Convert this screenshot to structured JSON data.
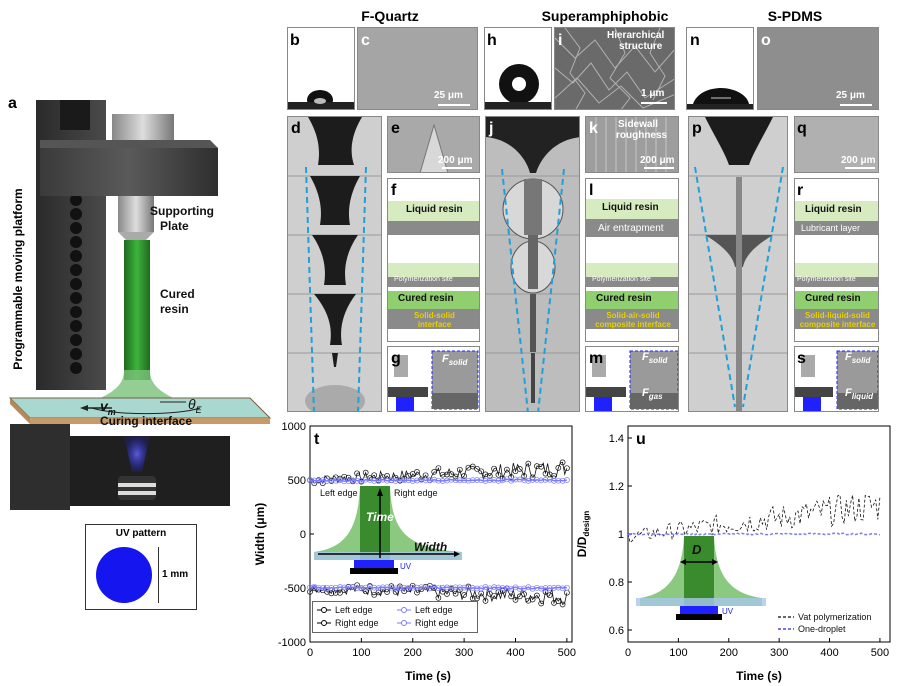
{
  "panel_a": {
    "letter": "a",
    "label_platform": "Programmable moving platform",
    "label_supporting": "Supporting",
    "label_plate": "Plate",
    "label_cured": "Cured",
    "label_resin": "resin",
    "label_vm": "v",
    "label_vm_sub": "m",
    "label_theta": "θ",
    "label_theta_sub": "E",
    "label_curing": "Curing interface",
    "uv_title": "UV pattern",
    "uv_dim": "1 mm"
  },
  "columns": {
    "fquartz": "F-Quartz",
    "superamphiphobic": "Superamphiphobic",
    "spdms": "S-PDMS"
  },
  "letters": {
    "b": "b",
    "c": "c",
    "d": "d",
    "e": "e",
    "f": "f",
    "g": "g",
    "h": "h",
    "i": "i",
    "j": "j",
    "k": "k",
    "l": "l",
    "m": "m",
    "n": "n",
    "o": "o",
    "p": "p",
    "q": "q",
    "r": "r",
    "s": "s",
    "t": "t",
    "u": "u"
  },
  "scales": {
    "c": "25 μm",
    "e": "200 μm",
    "i": "1 μm",
    "k": "200 μm",
    "o": "25 μm",
    "q": "200 μm"
  },
  "image_labels": {
    "i": "Hierarchical",
    "i2": "structure",
    "k": "Sidewall",
    "k2": "roughness"
  },
  "schematic_f": {
    "liquid": "Liquid resin",
    "polymerization": "Polymerization site",
    "cured": "Cured resin",
    "interface1": "Solid-solid",
    "interface2": "interface"
  },
  "schematic_l": {
    "liquid": "Liquid resin",
    "air": "Air entrapment",
    "polymerization": "Polymerization site",
    "cured": "Cured resin",
    "interface1": "Solid-air-solid",
    "interface2": "composite interface"
  },
  "schematic_r": {
    "liquid": "Liquid resin",
    "lubricant": "Lubricant layer",
    "polymerization": "Polymerization site",
    "cured": "Cured resin",
    "interface1": "Solid-liquid-solid",
    "interface2": "composite interface"
  },
  "schematic_g": {
    "force": "F",
    "force_sub": "solid"
  },
  "schematic_m": {
    "force1": "F",
    "force1_sub": "solid",
    "force2": "F",
    "force2_sub": "gas"
  },
  "schematic_s": {
    "force1": "F",
    "force1_sub": "solid",
    "force2": "F",
    "force2_sub": "liquid"
  },
  "inset_t": {
    "left_edge": "Left edge",
    "left_edge2": "",
    "right_edge": "Right edge",
    "time": "Time",
    "width": "Width",
    "uv": "UV"
  },
  "inset_u": {
    "d": "D",
    "uv": "UV"
  },
  "colors": {
    "green": "#3aa33a",
    "light_green": "#d6ecc0",
    "blue": "#1f22ff",
    "dashed_blue": "#1fa0d8",
    "bg_gray": "#9a9a9a"
  },
  "chart_data": [
    {
      "type": "scatter",
      "panel": "t",
      "xlabel": "Time (s)",
      "ylabel": "Width (μm)",
      "xlim": [
        0,
        510
      ],
      "ylim": [
        -1000,
        1000
      ],
      "xticks": [
        0,
        100,
        200,
        300,
        400,
        500
      ],
      "yticks": [
        -1000,
        -500,
        0,
        500,
        1000
      ],
      "grid": false,
      "legend_position": "bottom-left",
      "series": [
        {
          "name": "Left edge",
          "style": "black-line-open-circle",
          "trend": "rises",
          "y_start": 500,
          "y_end": 610
        },
        {
          "name": "Right edge",
          "style": "black-line-open-circle",
          "trend": "falls",
          "y_start": -500,
          "y_end": -580
        },
        {
          "name": "Left edge",
          "style": "blue-line-open-circle",
          "trend": "flat",
          "y_start": 495,
          "y_end": 500
        },
        {
          "name": "Right edge",
          "style": "blue-line-open-circle",
          "trend": "flat",
          "y_start": -495,
          "y_end": -500
        }
      ]
    },
    {
      "type": "line",
      "panel": "u",
      "xlabel": "Time (s)",
      "ylabel": "D/D",
      "ylabel_sub": "design",
      "xlim": [
        0,
        520
      ],
      "ylim": [
        0.55,
        1.45
      ],
      "xticks": [
        0,
        100,
        200,
        300,
        400,
        500
      ],
      "yticks": [
        0.6,
        0.8,
        1.0,
        1.2,
        1.4
      ],
      "grid": false,
      "legend_position": "bottom-right",
      "series": [
        {
          "name": "Vat polymerization",
          "style": "black-dash",
          "trend": "rises-noisy",
          "y_start": 0.99,
          "y_end": 1.12
        },
        {
          "name": "One-droplet",
          "style": "blue-dash",
          "trend": "flat",
          "y_start": 1.0,
          "y_end": 1.0
        }
      ]
    }
  ]
}
